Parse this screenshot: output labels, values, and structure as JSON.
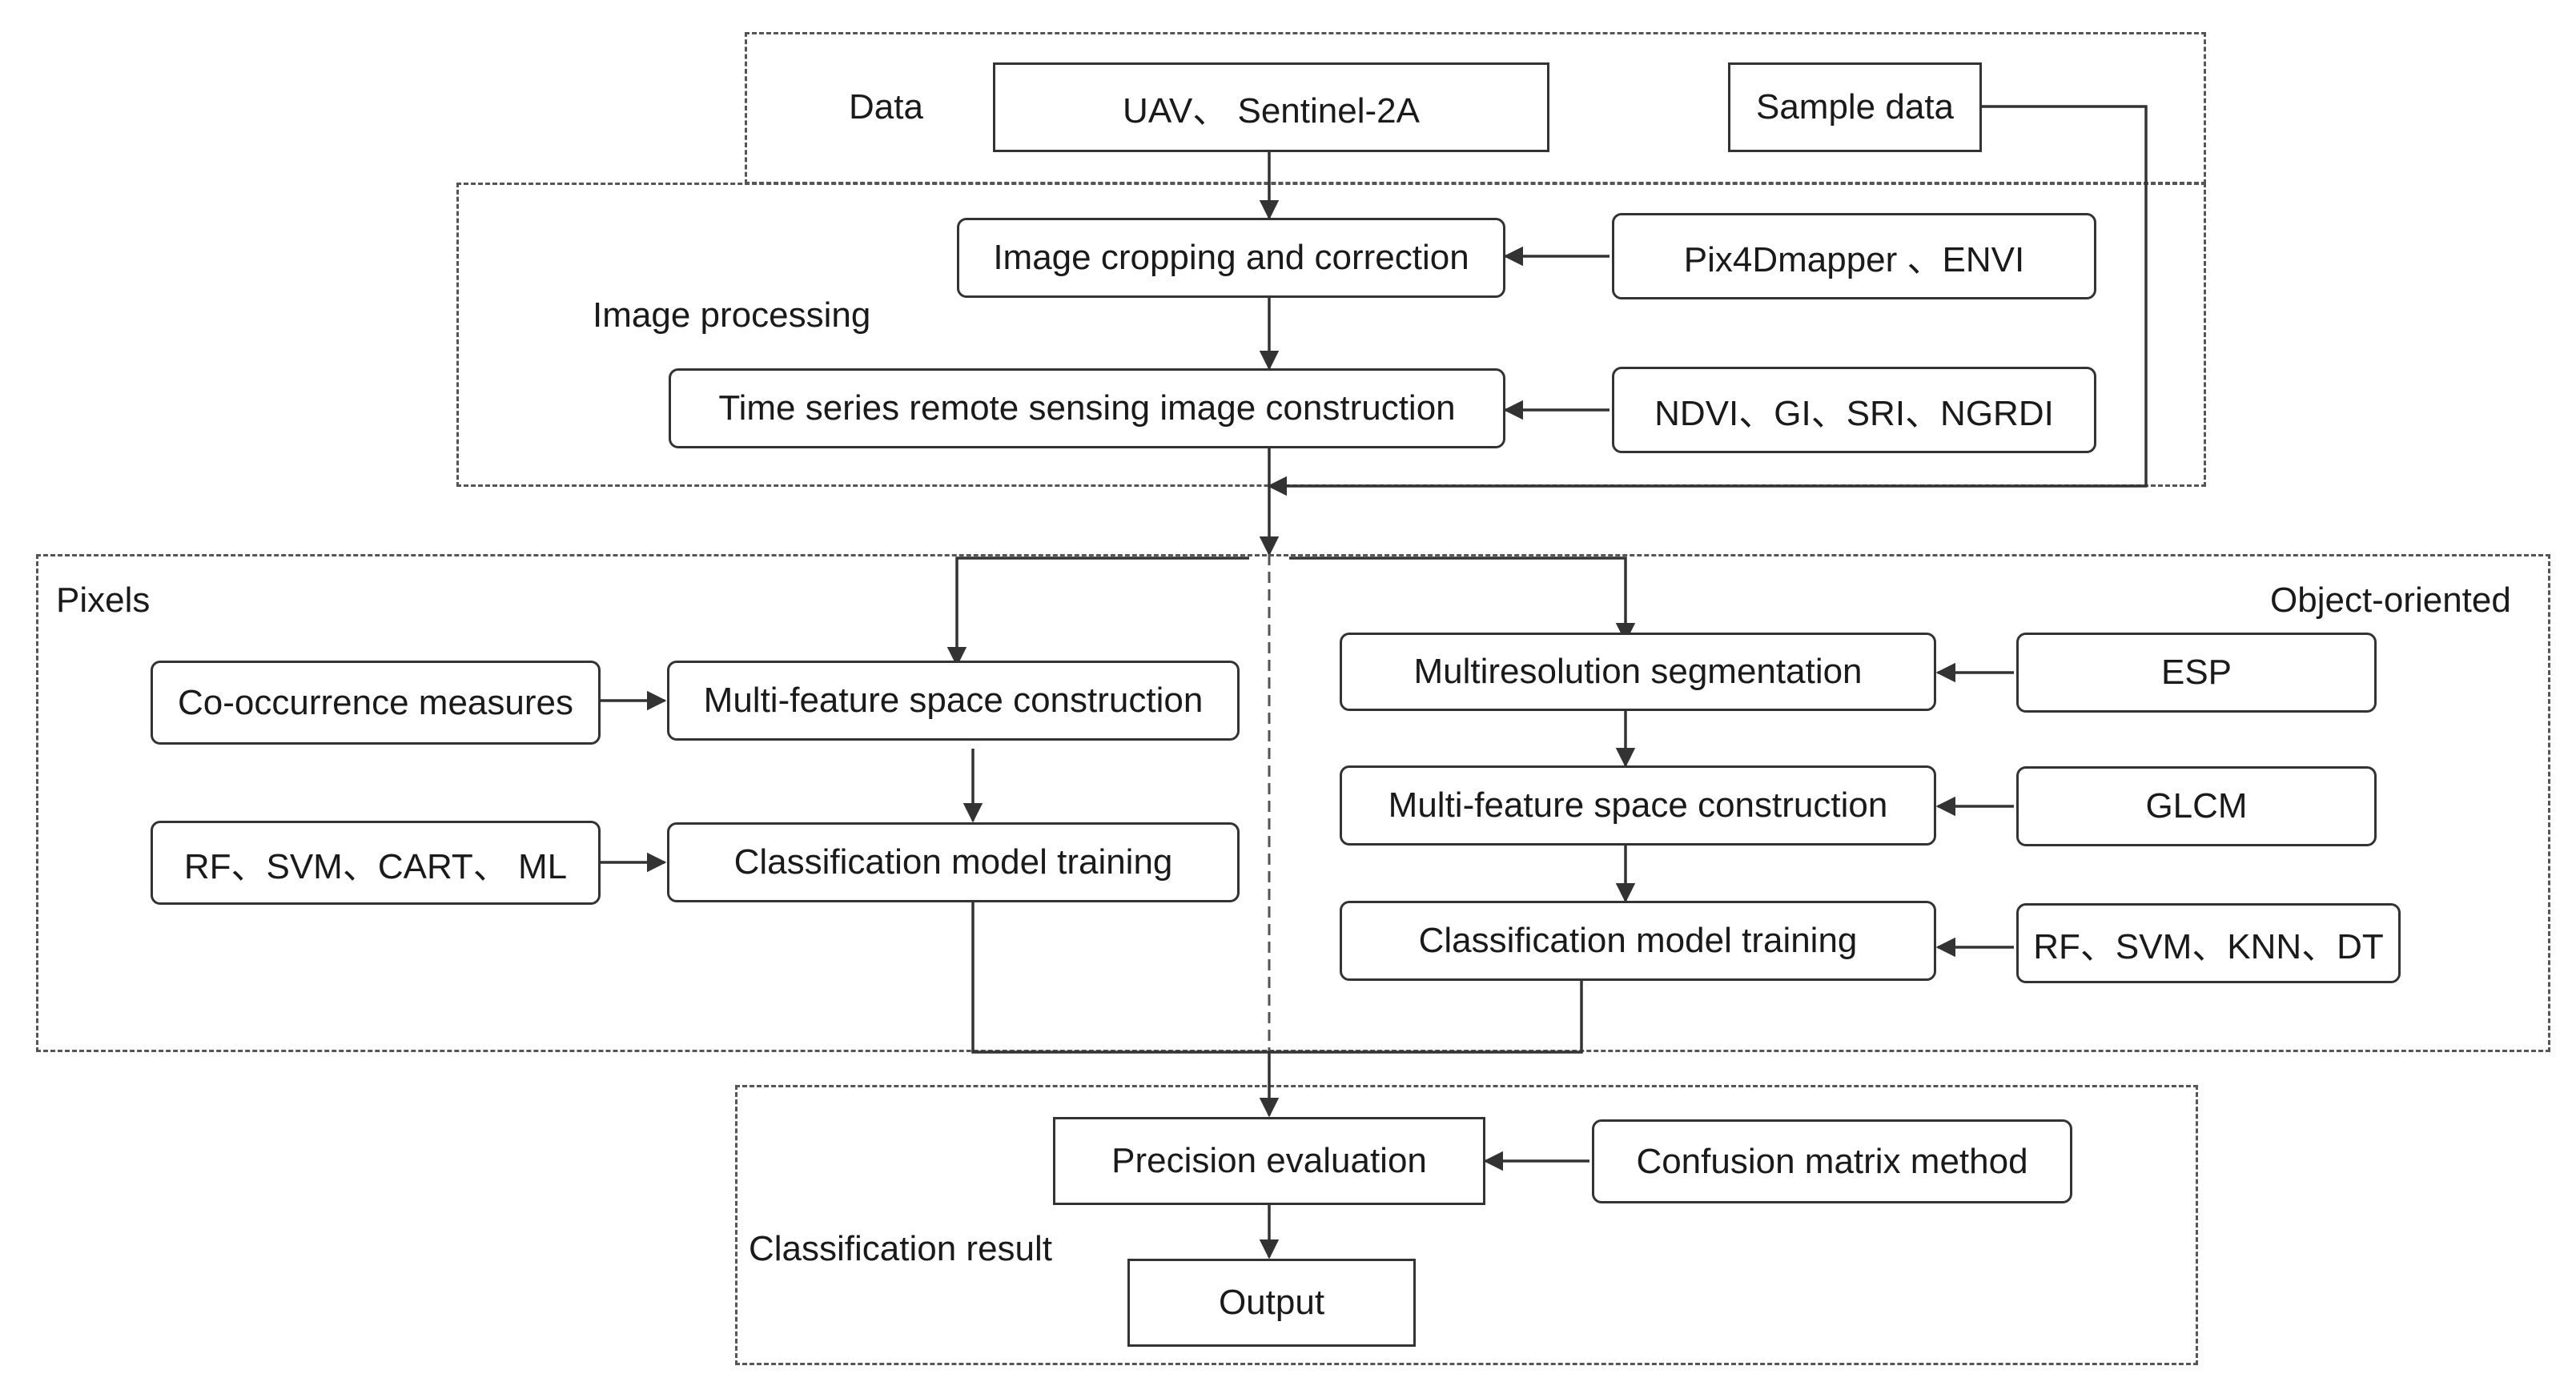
{
  "groups": {
    "data": "Data",
    "image_processing": "Image processing",
    "pixels": "Pixels",
    "object_oriented": "Object-oriented",
    "classification_result": "Classification result"
  },
  "nodes": {
    "uav_sentinel": "UAV、 Sentinel-2A",
    "sample_data": "Sample data",
    "image_cropping": "Image cropping and correction",
    "pix4d_envi": "Pix4Dmapper 、ENVI",
    "time_series": "Time series remote sensing image construction",
    "indices": "NDVI、GI、SRI、NGRDI",
    "co_occurrence": "Co-occurrence measures",
    "pixel_feature_space": "Multi-feature space construction",
    "pixel_algorithms": "RF、SVM、CART、 ML",
    "pixel_training": "Classification model training",
    "multiresolution": "Multiresolution segmentation",
    "esp": "ESP",
    "object_feature_space": "Multi-feature space construction",
    "glcm": "GLCM",
    "object_training": "Classification model training",
    "object_algorithms": "RF、SVM、KNN、DT",
    "precision_eval": "Precision evaluation",
    "confusion_matrix": "Confusion matrix method",
    "output": "Output"
  }
}
